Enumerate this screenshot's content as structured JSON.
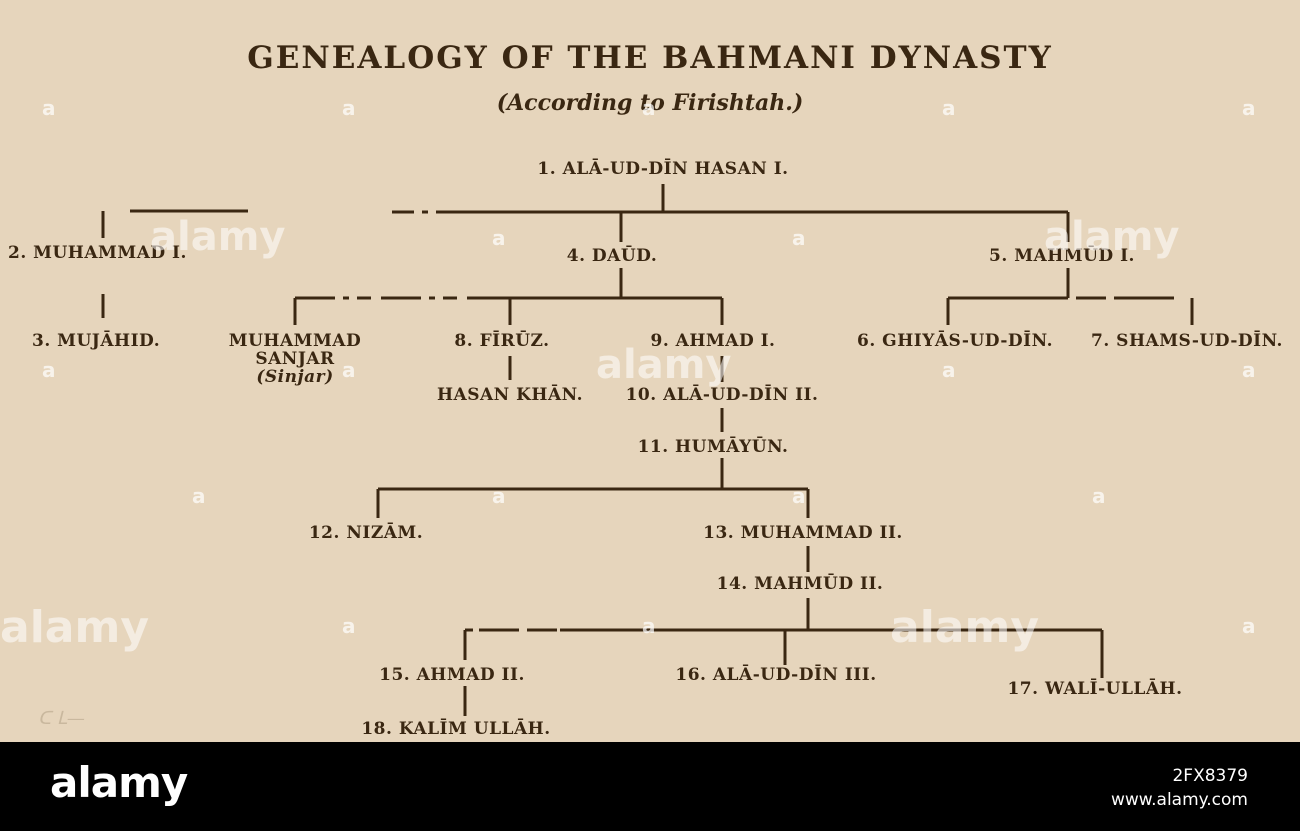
{
  "diagram": {
    "title": "GENEALOGY OF THE BAHMANI DYNASTY",
    "subtitle": "(According to Firishtah.)",
    "nodes": {
      "n1": "1. ALĀ-UD-DĪN HASAN I.",
      "n2": "2. MUHAMMAD I.",
      "n3": "3. MUJĀHID.",
      "n4": "4. DAŪD.",
      "n5": "5. MAHMŪD I.",
      "n6": "6. GHIYĀS-UD-DĪN.",
      "n7": "7. SHAMS-UD-DĪN.",
      "sanjar_1": "MUHAMMAD",
      "sanjar_2": "SANJAR",
      "sanjar_3": "(Sinjar)",
      "n8": "8. FĪRŪZ.",
      "hasan": "HASAN KHĀN.",
      "n9": "9. AHMAD I.",
      "n10": "10. ALĀ-UD-DĪN II.",
      "n11": "11. HUMĀYŪN.",
      "n12": "12. NIZĀM.",
      "n13": "13. MUHAMMAD II.",
      "n14": "14. MAHMŪD II.",
      "n15": "15. AHMAD II.",
      "n16": "16. ALĀ-UD-DĪN III.",
      "n17": "17. WALĪ-ULLĀH.",
      "n18": "18. KALĪM ULLĀH."
    }
  },
  "watermark": {
    "text": "alamy",
    "mark": "a"
  },
  "footer": {
    "logo": "alamy",
    "image_id": "2FX8379",
    "url": "www.alamy.com"
  },
  "colors": {
    "paper": "#e6d5bc",
    "ink": "#3a2712",
    "footer_bg": "#000000"
  }
}
